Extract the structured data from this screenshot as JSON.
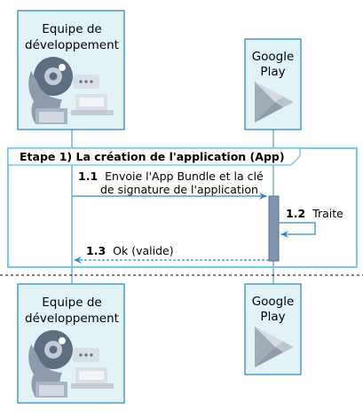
{
  "colors": {
    "box_fill": "#e2f3f8",
    "box_stroke": "#2f8bc4",
    "lifeline": "#2f8bc4",
    "frame_stroke": "#7cc7e8",
    "arrow": "#2f8bc4",
    "activation_fill": "#7f95b1",
    "icon_dark": "#5d6e83",
    "icon_light": "#c3ccd6"
  },
  "participants": [
    {
      "id": "dev",
      "label_lines": [
        "Equipe de",
        "développement"
      ],
      "icon": "developer-team-icon"
    },
    {
      "id": "play",
      "label_lines": [
        "Google",
        "Play"
      ],
      "icon": "google-play-icon"
    }
  ],
  "frame": {
    "title": "Etape 1) La création de l'application (App)"
  },
  "messages": [
    {
      "number": "1.1",
      "lines": [
        "Envoie l'App Bundle et la clé",
        "de signature de l'application"
      ],
      "from": "dev",
      "to": "play",
      "style": "solid"
    },
    {
      "number": "1.2",
      "lines": [
        "Traite"
      ],
      "from": "play",
      "to": "play",
      "style": "solid"
    },
    {
      "number": "1.3",
      "lines": [
        "Ok (valide)"
      ],
      "from": "play",
      "to": "dev",
      "style": "dashed"
    }
  ]
}
